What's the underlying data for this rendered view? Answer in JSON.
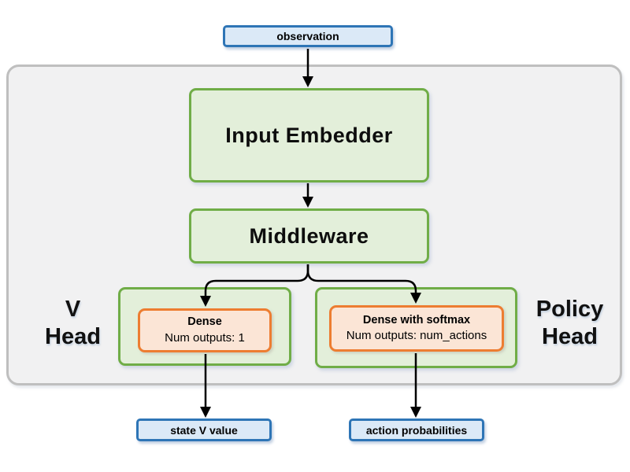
{
  "diagram": {
    "observation": {
      "label": "observation"
    },
    "input_embedder": {
      "label": "Input Embedder"
    },
    "middleware": {
      "label": "Middleware"
    },
    "v_head": {
      "label_line1": "V",
      "label_line2": "Head",
      "dense": {
        "title": "Dense",
        "subtitle": "Num outputs: 1"
      }
    },
    "policy_head": {
      "label_line1": "Policy",
      "label_line2": "Head",
      "dense": {
        "title": "Dense with softmax",
        "subtitle": "Num outputs: num_actions"
      }
    },
    "state_v_value": {
      "label": "state V value"
    },
    "action_probabilities": {
      "label": "action probabilities"
    },
    "colors": {
      "io_fill": "#dbe9f7",
      "io_border": "#2e75b6",
      "block_fill": "#e3efda",
      "block_border": "#70ad47",
      "dense_fill": "#fbe5d6",
      "dense_border": "#ed7d31",
      "container_fill": "#f1f1f2",
      "container_border": "#bfbfbf",
      "arrow": "#000000"
    }
  }
}
